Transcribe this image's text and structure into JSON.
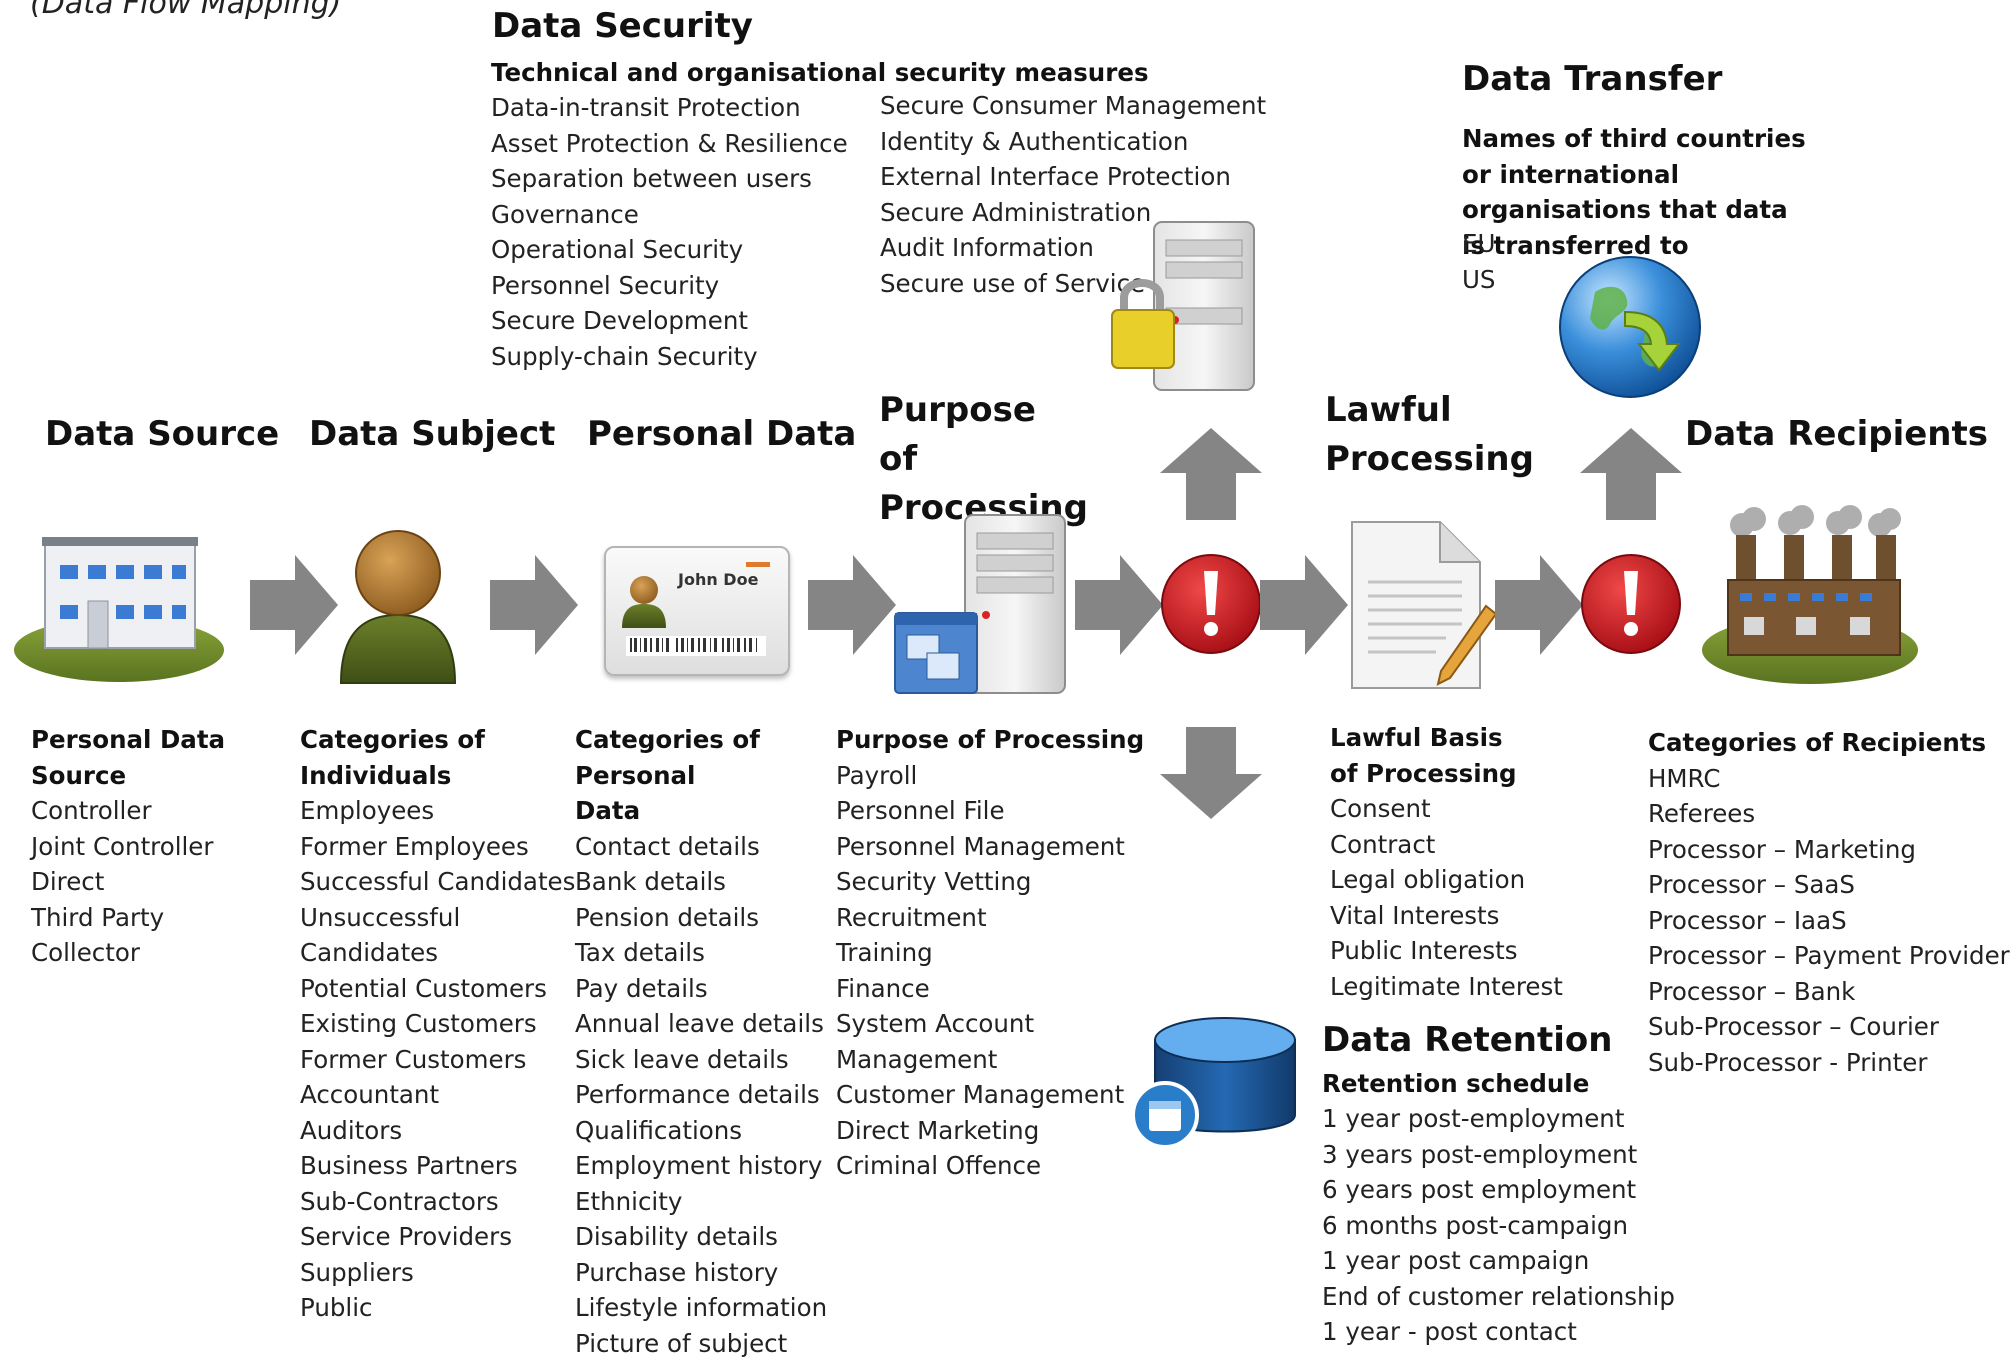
{
  "caption": "(Data Flow Mapping)",
  "data_security": {
    "title": "Data Security",
    "subtitle": "Technical and organisational security measures",
    "col1": [
      "Data-in-transit Protection",
      "Asset Protection & Resilience",
      "Separation between users",
      "Governance",
      "Operational Security",
      "Personnel Security",
      "Secure Development",
      "Supply-chain Security"
    ],
    "col2": [
      "Secure Consumer Management",
      "Identity & Authentication",
      "External Interface Protection",
      "Secure Administration",
      "Audit Information",
      "Secure use of Service"
    ]
  },
  "data_transfer": {
    "title": "Data Transfer",
    "subtitle": "Names of third countries or international organisations that data is transferred to",
    "items": [
      "EU",
      "US"
    ]
  },
  "stages": {
    "source": "Data Source",
    "subject": "Data Subject",
    "personal": "Personal Data",
    "purpose": "Purpose of Processing",
    "lawful": "Lawful Processing",
    "recipients": "Data Recipients"
  },
  "id_card": {
    "name": "John Doe"
  },
  "columns": {
    "source": {
      "title": "Personal Data Source",
      "items": [
        "Controller",
        "Joint Controller",
        "Direct",
        "Third Party",
        "Collector"
      ]
    },
    "subject": {
      "title": "Categories of Individuals",
      "items": [
        "Employees",
        "Former Employees",
        "Successful Candidates",
        "Unsuccessful Candidates",
        "Potential Customers",
        "Existing Customers",
        "Former Customers",
        "Accountant",
        "Auditors",
        "Business Partners",
        "Sub-Contractors",
        "Service Providers",
        "Suppliers",
        "Public"
      ]
    },
    "personal": {
      "title": "Categories of Personal Data",
      "items": [
        "Contact details",
        "Bank details",
        "Pension details",
        "Tax details",
        "Pay details",
        "Annual leave details",
        "Sick leave details",
        "Performance details",
        "Qualifications",
        "Employment history",
        "Ethnicity",
        "Disability details",
        "Purchase history",
        "Lifestyle information",
        "Picture of subject"
      ]
    },
    "purpose": {
      "title": "Purpose of Processing",
      "items": [
        "Payroll",
        "Personnel File",
        "Personnel Management",
        "Security Vetting",
        "Recruitment",
        "Training",
        "Finance",
        "System Account Management",
        "Customer Management",
        "Direct Marketing",
        "Criminal Offence"
      ]
    },
    "lawful": {
      "title": "Lawful Basis of Processing",
      "items": [
        "Consent",
        "Contract",
        "Legal obligation",
        "Vital Interests",
        "Public Interests",
        "Legitimate Interest"
      ]
    },
    "recipients": {
      "title": "Categories of Recipients",
      "items": [
        "HMRC",
        "Referees",
        "Processor – Marketing",
        "Processor – SaaS",
        "Processor – IaaS",
        "Processor – Payment Provider",
        "Processor – Bank",
        "Sub-Processor – Courier",
        "Sub-Processor - Printer"
      ]
    }
  },
  "data_retention": {
    "title": "Data Retention",
    "subtitle": "Retention schedule",
    "items": [
      "1 year post-employment",
      "3 years post-employment",
      "6 years post employment",
      "6 months post-campaign",
      "1 year post campaign",
      "End of customer relationship",
      "1 year - post contact"
    ]
  },
  "icons": [
    "building-icon",
    "person-icon",
    "id-card-icon",
    "server-window-icon",
    "alert-icon",
    "document-pen-icon",
    "factory-icon",
    "server-lock-icon",
    "globe-icon",
    "database-calendar-icon",
    "arrow-right-icon",
    "arrow-up-icon",
    "arrow-down-icon"
  ],
  "colors": {
    "arrow": "#858585",
    "alert": "#c4141c",
    "grass": "#6f8b2c",
    "globe": "#2a7dc9",
    "database": "#1f5d9e"
  }
}
